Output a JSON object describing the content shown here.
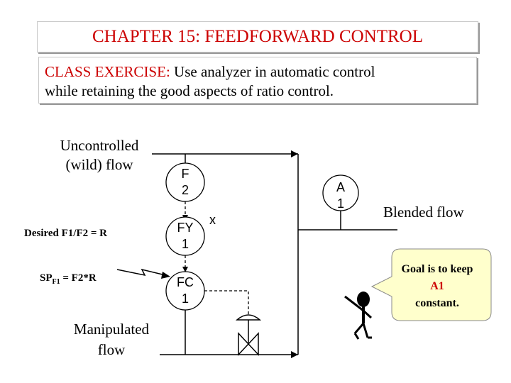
{
  "title": "CHAPTER 15: FEEDFORWARD CONTROL",
  "exercise": {
    "lead": "CLASS EXERCISE:",
    "line1_rest": " Use analyzer in automatic control",
    "line2": "while retaining the good aspects of ratio control."
  },
  "labels": {
    "uncontrolled_line1": "Uncontrolled",
    "uncontrolled_line2": "(wild) flow",
    "desired": "Desired F1/F2 = R",
    "sp_prefix": "SP",
    "sp_sub": "F1",
    "sp_suffix": " = F2*R",
    "manipulated_line1": "Manipulated",
    "manipulated_line2": "flow",
    "blended": "Blended flow",
    "x_mark": "x"
  },
  "instruments": {
    "f2": {
      "tag": "F",
      "num": "2"
    },
    "fy1": {
      "tag": "FY",
      "num": "1"
    },
    "fc1": {
      "tag": "FC",
      "num": "1"
    },
    "a1": {
      "tag": "A",
      "num": "1"
    }
  },
  "goal": {
    "line1": "Goal is to keep",
    "line2": "A1",
    "line3": "constant."
  },
  "colors": {
    "title_red": "#cc0000",
    "goal_bubble": "#ffffcc"
  }
}
